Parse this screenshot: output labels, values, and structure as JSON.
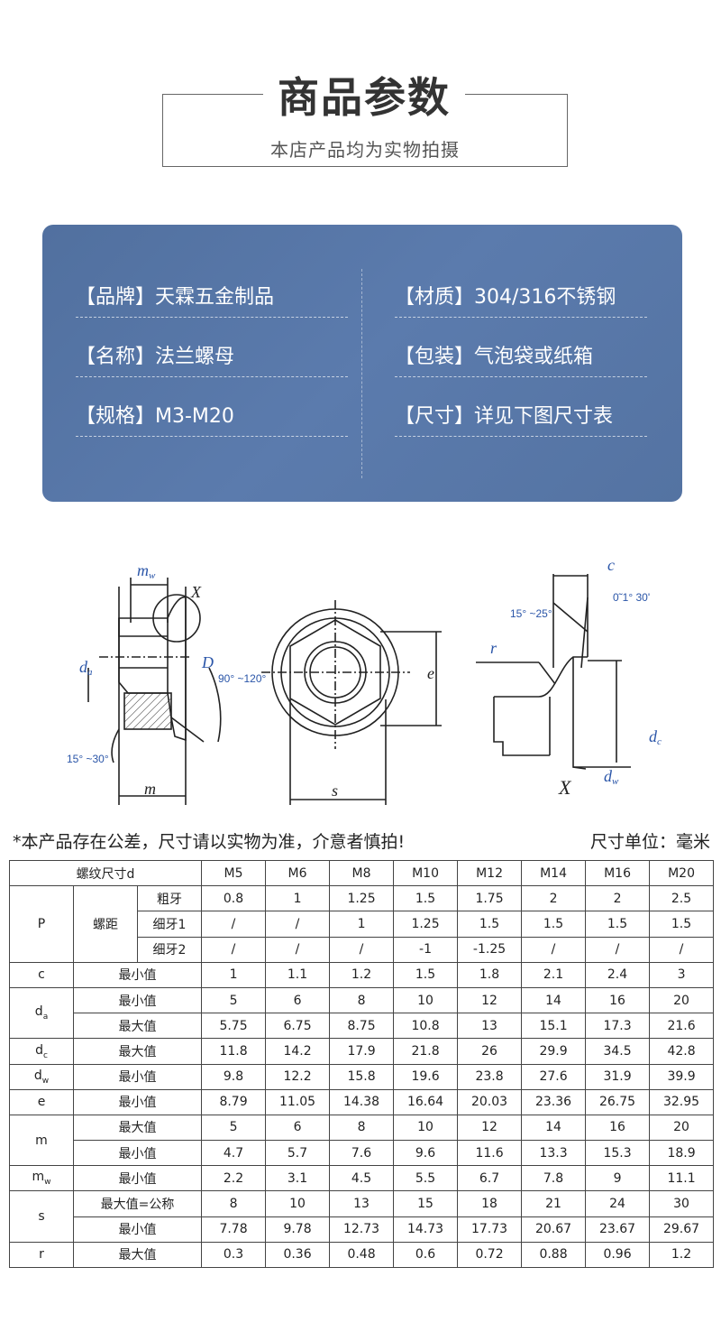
{
  "header": {
    "title": "商品参数",
    "subtitle": "本店产品均为实物拍摄"
  },
  "info": {
    "brand": "【品牌】天霖五金制品",
    "material": "【材质】304/316不锈钢",
    "name": "【名称】法兰螺母",
    "package": "【包装】气泡袋或纸箱",
    "spec": "【规格】M3-M20",
    "size": "【尺寸】详见下图尺寸表"
  },
  "drawing": {
    "mw": "m",
    "mw_sub": "w",
    "x_label": "X",
    "da": "d",
    "da_sub": "a",
    "D_label": "D",
    "angle_90_120": "90° ~120°",
    "angle_15_30": "15° ~30°",
    "m_label": "m",
    "e_label": "e",
    "s_label": "s",
    "c_label": "c",
    "angle_0_1_30": "0˜1° 30'",
    "angle_15_25": "15° ~25°",
    "r_label": "r",
    "dc": "d",
    "dc_sub": "c",
    "dw": "d",
    "dw_sub": "w",
    "x_label2": "X"
  },
  "notes": {
    "tolerance": "*本产品存在公差，尺寸请以实物为准，介意者慎拍!",
    "unit": "尺寸单位：毫米"
  },
  "table": {
    "header_label": "螺纹尺寸d",
    "sizes": [
      "M5",
      "M6",
      "M8",
      "M10",
      "M12",
      "M14",
      "M16",
      "M20"
    ],
    "p_label": "P",
    "pitch_label": "螺距",
    "coarse_label": "粗牙",
    "fine1_label": "细牙1",
    "fine2_label": "细牙2",
    "coarse": [
      "0.8",
      "1",
      "1.25",
      "1.5",
      "1.75",
      "2",
      "2",
      "2.5"
    ],
    "fine1": [
      "/",
      "/",
      "1",
      "1.25",
      "1.5",
      "1.5",
      "1.5",
      "1.5"
    ],
    "fine2": [
      "/",
      "/",
      "/",
      "-1",
      "-1.25",
      "/",
      "/",
      "/"
    ],
    "c_label": "c",
    "min_label": "最小值",
    "max_label": "最大值",
    "max_nominal_label": "最大值=公称",
    "c_min": [
      "1",
      "1.1",
      "1.2",
      "1.5",
      "1.8",
      "2.1",
      "2.4",
      "3"
    ],
    "da_label": "d",
    "da_sub": "a",
    "da_min": [
      "5",
      "6",
      "8",
      "10",
      "12",
      "14",
      "16",
      "20"
    ],
    "da_max": [
      "5.75",
      "6.75",
      "8.75",
      "10.8",
      "13",
      "15.1",
      "17.3",
      "21.6"
    ],
    "dc_label": "d",
    "dc_sub": "c",
    "dc_max": [
      "11.8",
      "14.2",
      "17.9",
      "21.8",
      "26",
      "29.9",
      "34.5",
      "42.8"
    ],
    "dw_label": "d",
    "dw_sub": "w",
    "dw_min": [
      "9.8",
      "12.2",
      "15.8",
      "19.6",
      "23.8",
      "27.6",
      "31.9",
      "39.9"
    ],
    "e_label": "e",
    "e_min": [
      "8.79",
      "11.05",
      "14.38",
      "16.64",
      "20.03",
      "23.36",
      "26.75",
      "32.95"
    ],
    "m_label": "m",
    "m_max": [
      "5",
      "6",
      "8",
      "10",
      "12",
      "14",
      "16",
      "20"
    ],
    "m_min": [
      "4.7",
      "5.7",
      "7.6",
      "9.6",
      "11.6",
      "13.3",
      "15.3",
      "18.9"
    ],
    "mw_label": "m",
    "mw_sub": "w",
    "mw_min": [
      "2.2",
      "3.1",
      "4.5",
      "5.5",
      "6.7",
      "7.8",
      "9",
      "11.1"
    ],
    "s_label": "s",
    "s_max": [
      "8",
      "10",
      "13",
      "15",
      "18",
      "21",
      "24",
      "30"
    ],
    "s_min": [
      "7.78",
      "9.78",
      "12.73",
      "14.73",
      "17.73",
      "20.67",
      "23.67",
      "29.67"
    ],
    "r_label": "r",
    "r_max": [
      "0.3",
      "0.36",
      "0.48",
      "0.6",
      "0.72",
      "0.88",
      "0.96",
      "1.2"
    ]
  }
}
